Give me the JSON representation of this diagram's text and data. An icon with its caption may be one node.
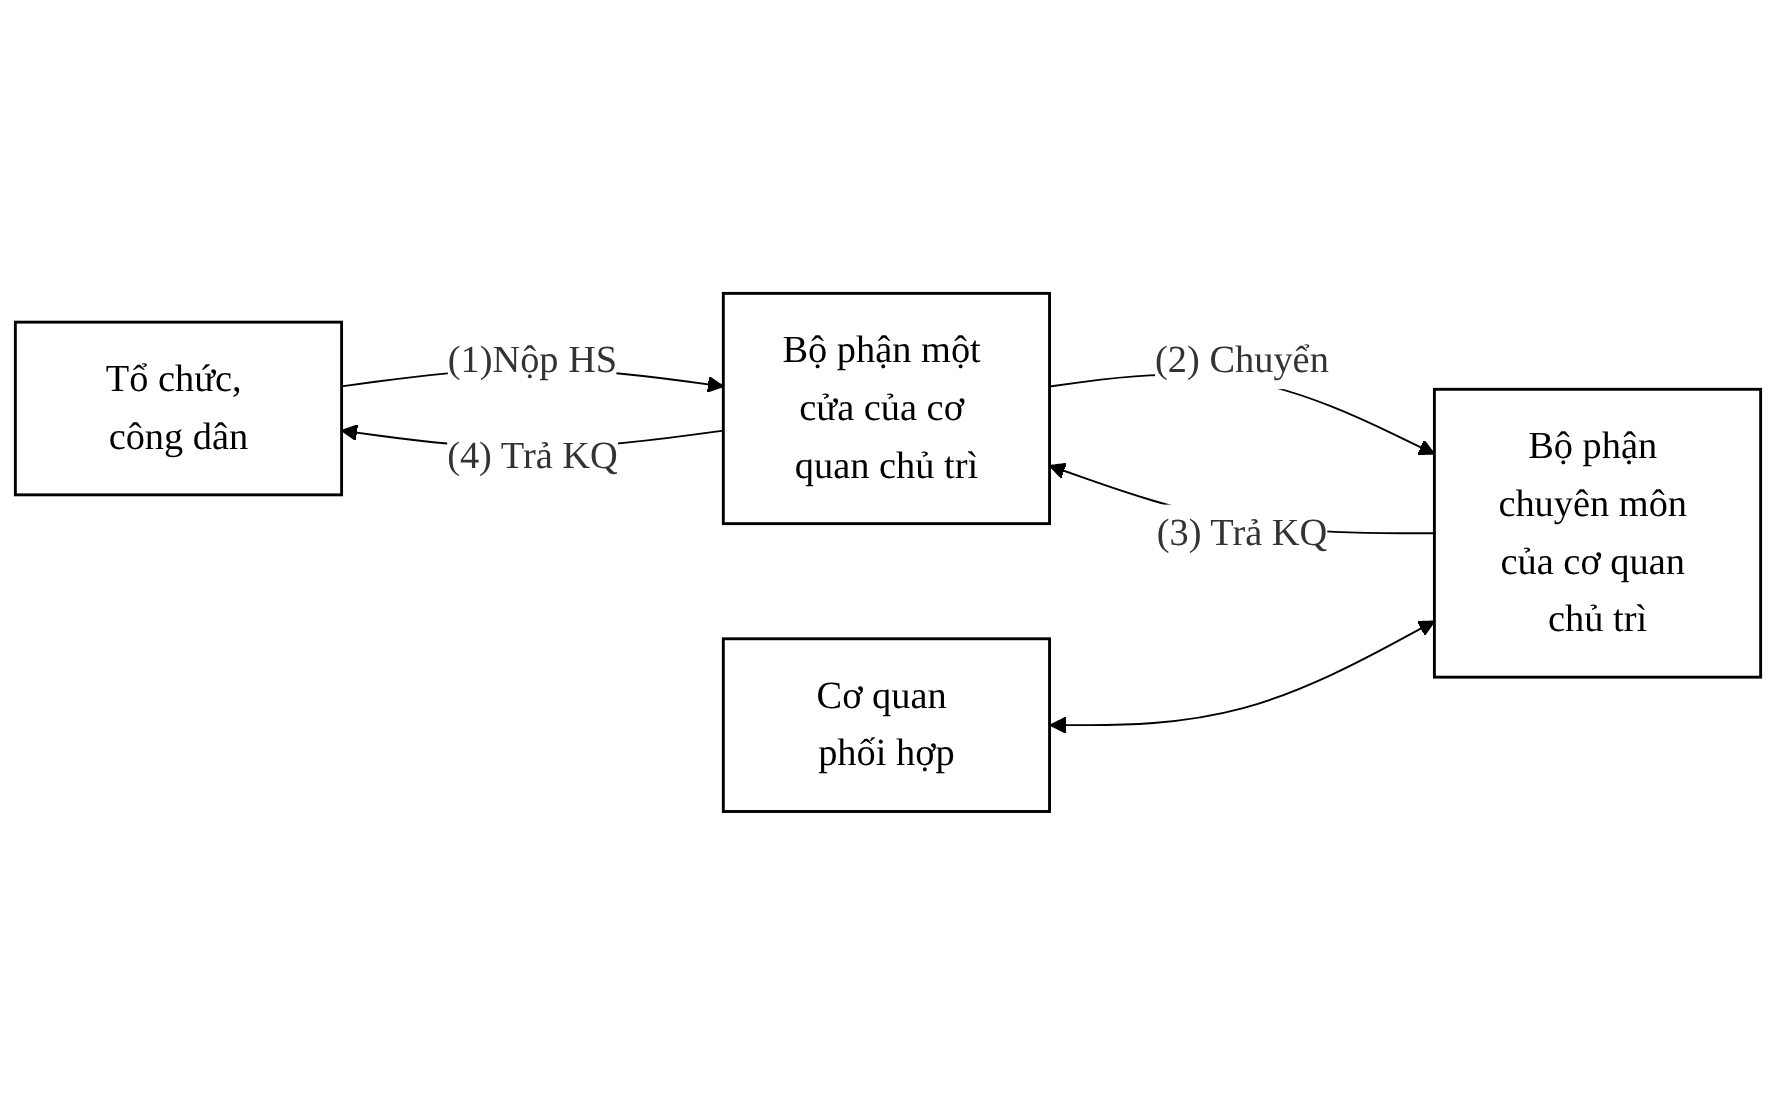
{
  "diagram": {
    "nodes": [
      {
        "text": [
          "Tổ chức, công dân"
        ]
      },
      {
        "text": [
          "Bộ phận một cửa của cơ quan chủ trì"
        ]
      },
      {
        "text": [
          "Cơ quan phối hợp"
        ]
      },
      {
        "text": [
          "Bộ phận chuyên môn của cơ quan chủ trì"
        ]
      }
    ],
    "edges": [
      {
        "from": 0,
        "to": 1,
        "arrow": "to",
        "label": "(1)Nộp HS"
      },
      {
        "from": 1,
        "to": 3,
        "arrow": "to",
        "label": "(2) Chuyển"
      },
      {
        "from": 3,
        "to": 1,
        "arrow": "to",
        "label": "(3) Trả KQ"
      },
      {
        "from": 1,
        "to": 0,
        "arrow": "to",
        "label": "(4) Trả KQ"
      },
      {
        "from": 2,
        "to": 3,
        "arrow": "both"
      }
    ]
  }
}
